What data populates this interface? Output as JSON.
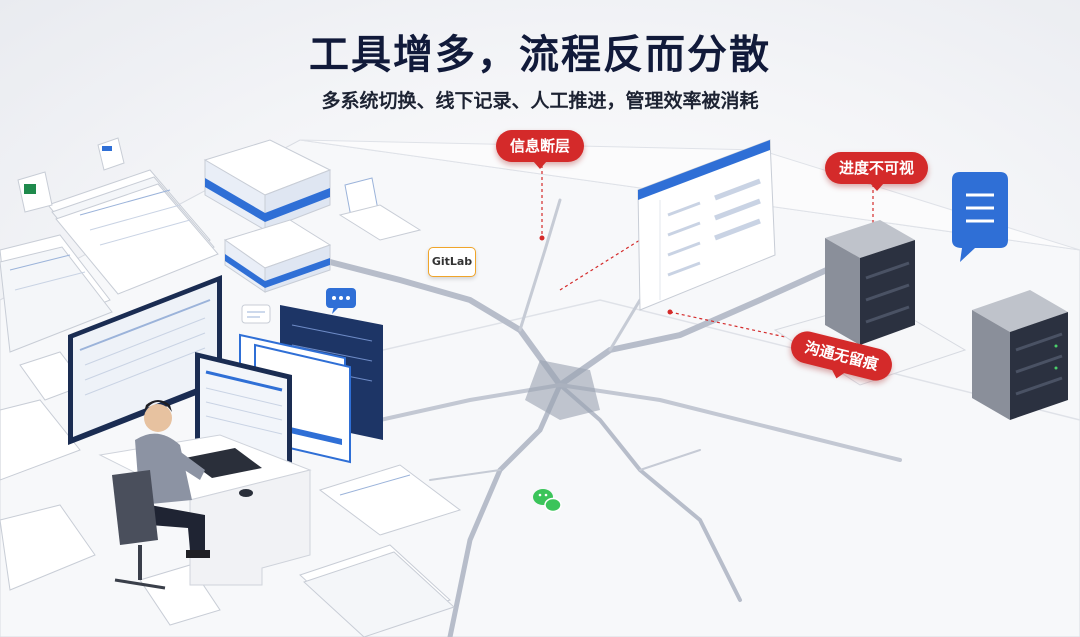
{
  "header": {
    "title": "工具增多，流程反而分散",
    "subtitle": "多系统切换、线下记录、人工推进，管理效率被消耗"
  },
  "callouts": [
    {
      "id": "info-gap",
      "label": "信息断层",
      "color": "#d42a2a",
      "text_color": "#ffffff"
    },
    {
      "id": "progress-invisible",
      "label": "进度不可视",
      "color": "#d42a2a",
      "text_color": "#ffffff"
    },
    {
      "id": "no-trace",
      "label": "沟通无留痕",
      "color": "#d42a2a",
      "text_color": "#ffffff"
    }
  ],
  "labels": {
    "gitlab": "GitLab"
  },
  "icons": [
    "chat-bubble-icon",
    "wechat-icon",
    "message-list-icon",
    "excel-file-icon",
    "document-icon"
  ],
  "colors": {
    "accent_blue": "#2f6fd6",
    "alert_red": "#d42a2a",
    "server_gray": "#8a8f9a",
    "crack": "#b7bdca"
  }
}
